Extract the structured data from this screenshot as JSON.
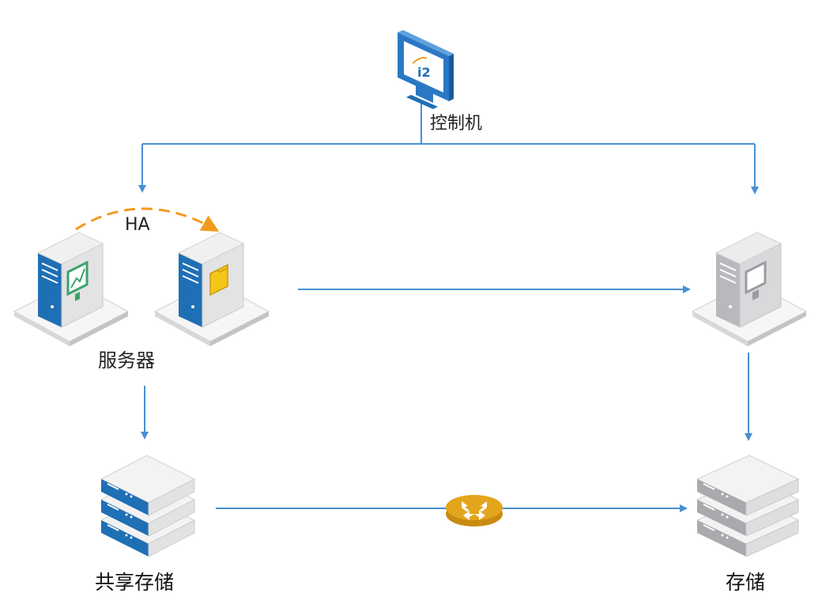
{
  "labels": {
    "controller": "控制机",
    "ha": "HA",
    "servers": "服务器",
    "shared_storage": "共享存储",
    "storage": "存储"
  },
  "colors": {
    "connector": "#4a8fd1",
    "ha_arrow": "#f29a1f",
    "accent_blue": "#1f6fb5",
    "server_body": "#e6e6e6",
    "gray_server": "#b8b9bd",
    "switch": "#e2a51c"
  },
  "icons": {
    "controller": "monitor-icon",
    "active_server": "server-chart-icon",
    "standby_server": "server-folder-icon",
    "target_server": "server-monitor-icon",
    "shared_storage": "storage-stack-icon",
    "storage": "storage-stack-icon",
    "switch": "network-switch-icon"
  }
}
